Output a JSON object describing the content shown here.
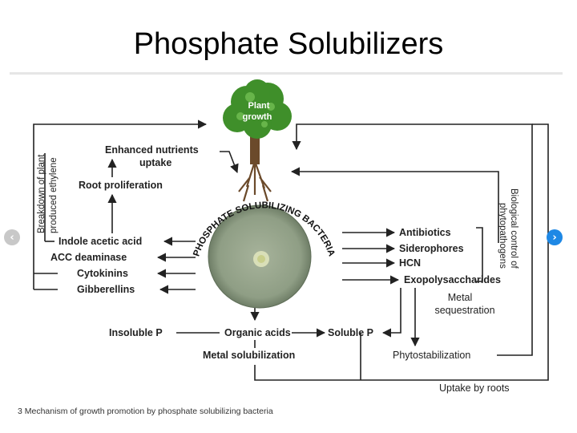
{
  "slide": {
    "title": "Phosphate Solubilizers",
    "caption": "3 Mechanism of growth promotion by phosphate solubilizing bacteria"
  },
  "tree": {
    "label_line1": "Plant",
    "label_line2": "growth"
  },
  "colors": {
    "foliage": "#3f8f2a",
    "trunk": "#6b4a2b",
    "dish": "#8f9e85",
    "nav_next": "#1e88e5",
    "nav_prev": "#c8c8c8"
  },
  "icons": {
    "prev": "chevron-left-icon",
    "next": "chevron-right-icon"
  },
  "labels": {
    "enhanced_line1": "Enhanced nutrients",
    "enhanced_line2": "uptake",
    "root_prolif": "Root proliferation",
    "breakdown_line1": "Breakdown of plant",
    "breakdown_line2": "produced ethylene",
    "indole": "Indole acetic acid",
    "acc": "ACC deaminase",
    "cytokinins": "Cytokinins",
    "gibberellins": "Gibberellins",
    "bacteria_arc": "PHOSPHATE SOLUBILIZING BACTERIA",
    "antibiotics": "Antibiotics",
    "siderophores": "Siderophores",
    "hcn": "HCN",
    "exopoly": "Exopolysaccharides",
    "bio_line1": "Biological control of",
    "bio_line2": "phytopathogens",
    "metal_seq_line1": "Metal",
    "metal_seq_line2": "sequestration",
    "insoluble": "Insoluble P",
    "organic": "Organic acids",
    "soluble": "Soluble P",
    "metal_sol": "Metal solubilization",
    "phyto": "Phytostabilization",
    "uptake_roots": "Uptake by roots"
  }
}
